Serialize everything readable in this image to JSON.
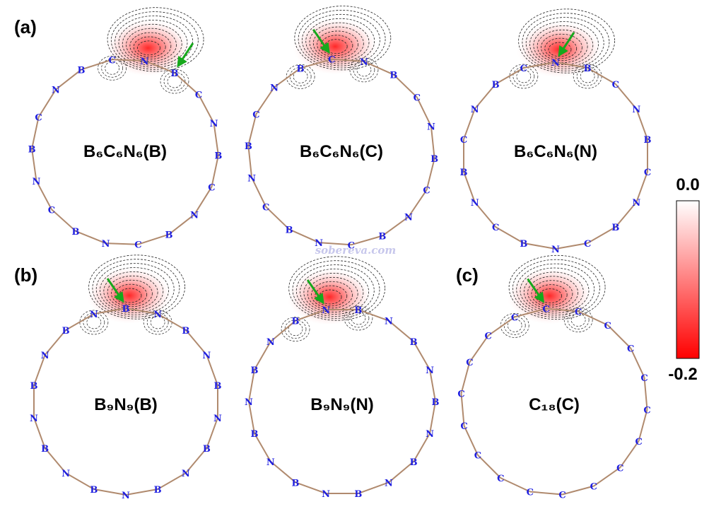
{
  "panel_labels": [
    "(a)",
    "(b)",
    "(c)"
  ],
  "colorbar": {
    "top_label": "0.0",
    "bottom_label": "-0.2",
    "color_min": "#ff0000",
    "color_max": "#ffffff"
  },
  "watermark": "sobereva.com",
  "colors": {
    "bond": "#b08a6e",
    "atom_label": "#1f1fe0",
    "arrow": "#17a81c",
    "contour": "#222222"
  },
  "rings": [
    {
      "formula": "B₆C₆N₆(B)",
      "atoms": [
        "N",
        "B",
        "C",
        "N",
        "B",
        "C",
        "N",
        "B",
        "C",
        "N",
        "B",
        "C",
        "N",
        "B",
        "C",
        "N",
        "B",
        "C"
      ]
    },
    {
      "formula": "B₆C₆N₆(C)",
      "atoms": [
        "C",
        "N",
        "B",
        "C",
        "N",
        "B",
        "C",
        "N",
        "B",
        "C",
        "N",
        "B",
        "C",
        "N",
        "B",
        "C",
        "N",
        "B"
      ]
    },
    {
      "formula": "B₆C₆N₆(N)",
      "atoms": [
        "N",
        "B",
        "C",
        "N",
        "B",
        "C",
        "N",
        "B",
        "C",
        "N",
        "B",
        "C",
        "N",
        "B",
        "C",
        "N",
        "B",
        "C"
      ]
    },
    {
      "formula": "B₉N₉(B)",
      "atoms": [
        "B",
        "N",
        "B",
        "N",
        "B",
        "N",
        "B",
        "N",
        "B",
        "N",
        "B",
        "N",
        "B",
        "N",
        "B",
        "N",
        "B",
        "N"
      ]
    },
    {
      "formula": "B₉N₉(N)",
      "atoms": [
        "N",
        "B",
        "N",
        "B",
        "N",
        "B",
        "N",
        "B",
        "N",
        "B",
        "N",
        "B",
        "N",
        "B",
        "N",
        "B",
        "N",
        "B"
      ]
    },
    {
      "formula": "C₁₈(C)",
      "atoms": [
        "C",
        "C",
        "C",
        "C",
        "C",
        "C",
        "C",
        "C",
        "C",
        "C",
        "C",
        "C",
        "C",
        "C",
        "C",
        "C",
        "C",
        "C"
      ]
    }
  ]
}
